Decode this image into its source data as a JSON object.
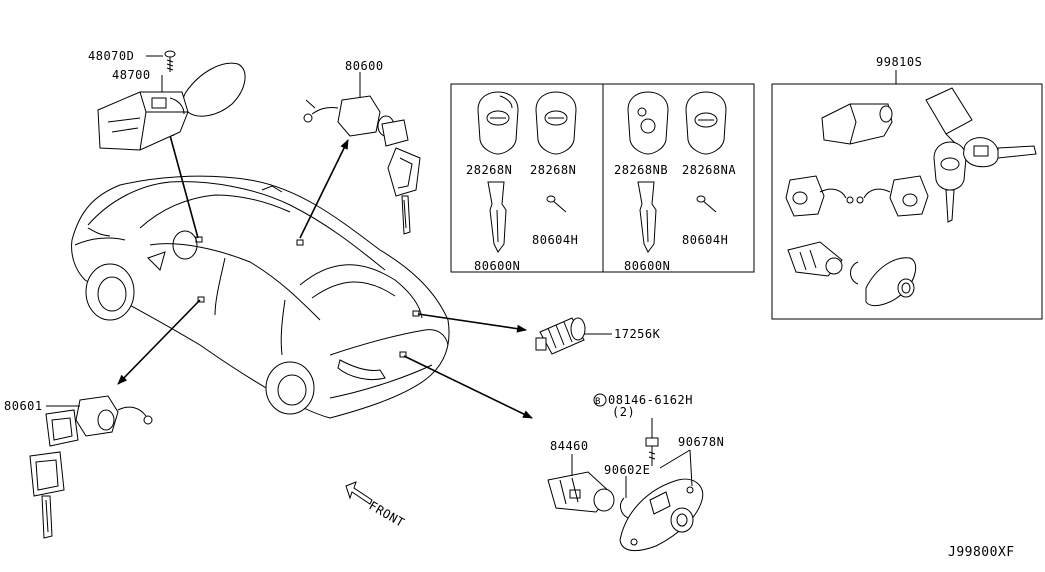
{
  "diagram": {
    "code": "J99800XF",
    "front_label": "FRONT",
    "parts": {
      "p48070D": "48070D",
      "p48700": "48700",
      "p80600": "80600",
      "p80601": "80601",
      "p17256K": "17256K",
      "p99810S": "99810S",
      "p28268N_a": "28268N",
      "p28268N_b": "28268N",
      "p28268NB": "28268NB",
      "p28268NA": "28268NA",
      "p80604H_a": "80604H",
      "p80604H_b": "80604H",
      "p80600N_a": "80600N",
      "p80600N_b": "80600N",
      "p08146": "08146-6162H",
      "p08146_qty": "(2)",
      "p08146_mark": "B",
      "p84460": "84460",
      "p90602E": "90602E",
      "p90678N": "90678N"
    }
  }
}
